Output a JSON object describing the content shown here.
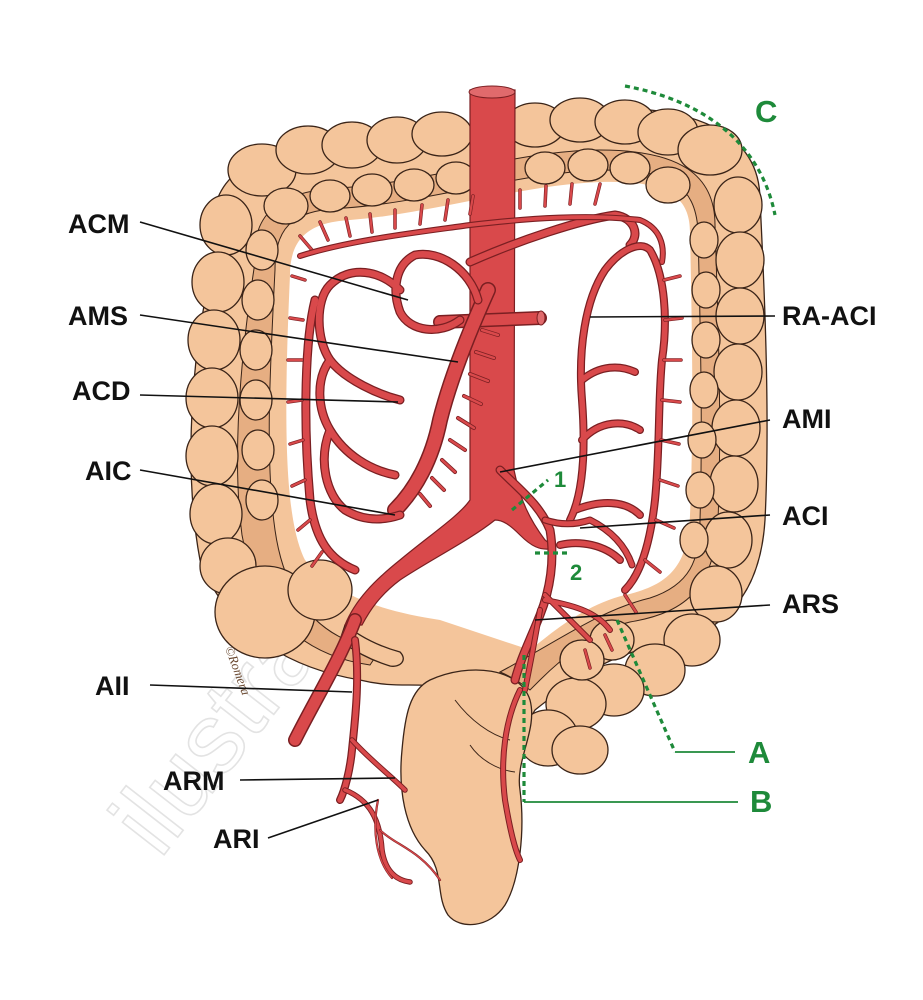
{
  "labels": {
    "acm": "ACM",
    "ams": "AMS",
    "acd": "ACD",
    "aic": "AIC",
    "aii": "AII",
    "arm": "ARM",
    "ari": "ARI",
    "ra_aci": "RA-ACI",
    "ami": "AMI",
    "aci": "ACI",
    "ars": "ARS"
  },
  "markers": {
    "a": "A",
    "b": "B",
    "c": "C",
    "one": "1",
    "two": "2"
  },
  "signature": "©Romera",
  "watermark": "ilustración médica",
  "colors": {
    "artery": "#d9494b",
    "artery_stroke": "#7a1f22",
    "bowel": "#f4c59b",
    "bowel_stroke": "#3a2418",
    "marker_green": "#1e8a3a"
  }
}
